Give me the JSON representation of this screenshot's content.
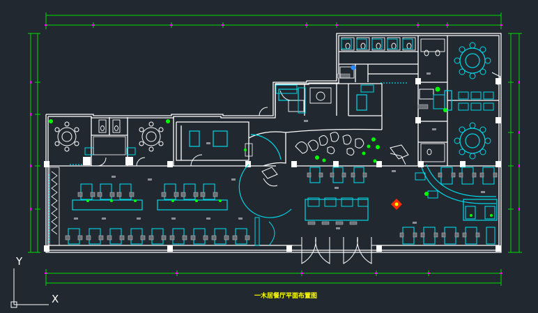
{
  "drawing": {
    "title": "一木居餐厅平面布置图",
    "ucs_axis_x": "X",
    "ucs_axis_y": "Y"
  },
  "colors": {
    "background": "#212830",
    "walls": "#ffffff",
    "furniture": "#00d8e8",
    "dimensions": "#00e000",
    "dimension_ticks": "#ff00ff",
    "plants": "#00ff00",
    "chairs": "#b8b8b8",
    "title_text": "#ffff00",
    "accent_red": "#ff2a00"
  }
}
